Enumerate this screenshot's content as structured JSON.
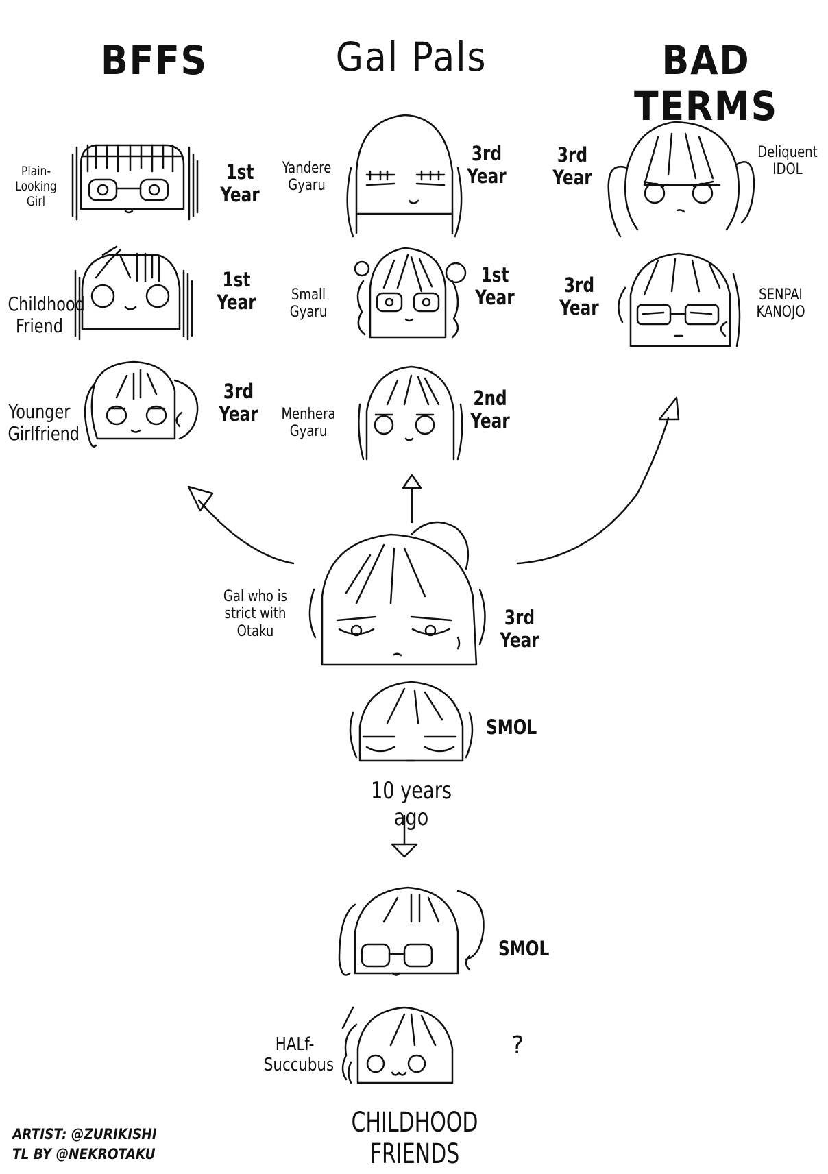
{
  "headers": {
    "bffs": "BFFS",
    "gal_pals": "Gal Pals",
    "bad_terms": "BAD TERMS"
  },
  "characters": {
    "plain_looking": {
      "name": "Plain-\nLooking\nGirl",
      "year": "1st\nYear"
    },
    "childhood_friend": {
      "name": "Childhood\nFriend",
      "year": "1st\nYear"
    },
    "younger_girlfriend": {
      "name": "Younger\nGirlfriend",
      "year": "3rd\nYear"
    },
    "yandere_gyaru": {
      "name": "Yandere\nGyaru",
      "year": "3rd\nYear"
    },
    "small_gyaru": {
      "name": "Small\nGyaru",
      "year": "1st\nYear"
    },
    "menhera_gyaru": {
      "name": "Menhera\nGyaru",
      "year": "2nd\nYear"
    },
    "delinquent_idol": {
      "name": "Deliquent\nIDOL",
      "year": "3rd\nYear"
    },
    "senpai_kanojo": {
      "name": "SENPAI\nKANOJO",
      "year": "3rd\nYear"
    },
    "center_gal": {
      "name": "Gal who is\nstrict with\nOtaku",
      "year": "3rd\nYear"
    },
    "smol_self": {
      "tag": "SMOL"
    },
    "smol_friend": {
      "tag": "SMOL"
    },
    "half_succubus": {
      "name": "HALf-\nSuccubus",
      "tag": "?"
    }
  },
  "timeline_label": "10 years ago",
  "footer_label": "CHILDHOOD FRIENDS",
  "credits": {
    "artist": "ARTIST: @ZURIKISHI",
    "translator": "TL BY @NEKROTAKU"
  },
  "colors": {
    "ink": "#111111",
    "paper": "#ffffff"
  }
}
